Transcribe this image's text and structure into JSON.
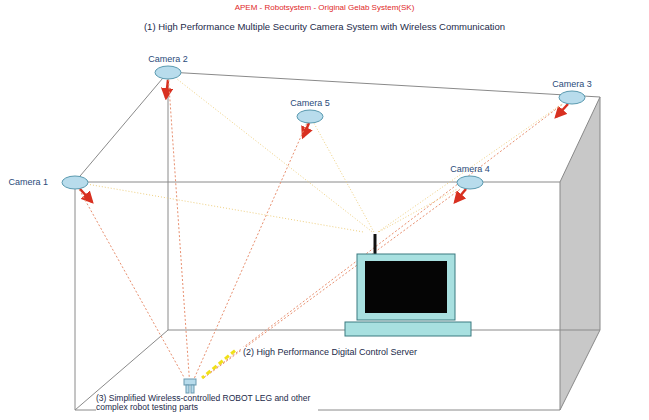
{
  "diagram": {
    "title": "APEM - Robotsystem - Original Gelab System(SK)",
    "nodes": [
      {
        "text": [
          "Camera 2"
        ]
      },
      {
        "text": [
          "Camera 3"
        ]
      },
      {
        "text": [
          "Camera 5"
        ]
      },
      {
        "text": [
          "Camera 1"
        ]
      },
      {
        "text": [
          "Camera 4"
        ]
      },
      {
        "text": [
          "(2) High Performance Digital Control Server"
        ]
      },
      {
        "text": [
          "(3) Simplified Wireless-controlled ROBOT LEG and other complex robot testing parts"
        ]
      }
    ],
    "edges": [
      {
        "from": 0,
        "to": 6,
        "arrow": "none"
      },
      {
        "from": 1,
        "to": 6,
        "arrow": "none"
      },
      {
        "from": 2,
        "to": 6,
        "arrow": "none"
      },
      {
        "from": 3,
        "to": 6,
        "arrow": "none"
      },
      {
        "from": 4,
        "to": 6,
        "arrow": "none"
      },
      {
        "from": 0,
        "to": 5,
        "arrow": "none"
      },
      {
        "from": 1,
        "to": 5,
        "arrow": "none"
      },
      {
        "from": 2,
        "to": 5,
        "arrow": "none"
      },
      {
        "from": 3,
        "to": 5,
        "arrow": "none"
      },
      {
        "from": 4,
        "to": 5,
        "arrow": "none"
      },
      {
        "from": 5,
        "to": 6,
        "arrow": "none"
      }
    ],
    "labels": [
      "(1) High Performance Multiple Security Camera System with Wireless Communication"
    ]
  }
}
